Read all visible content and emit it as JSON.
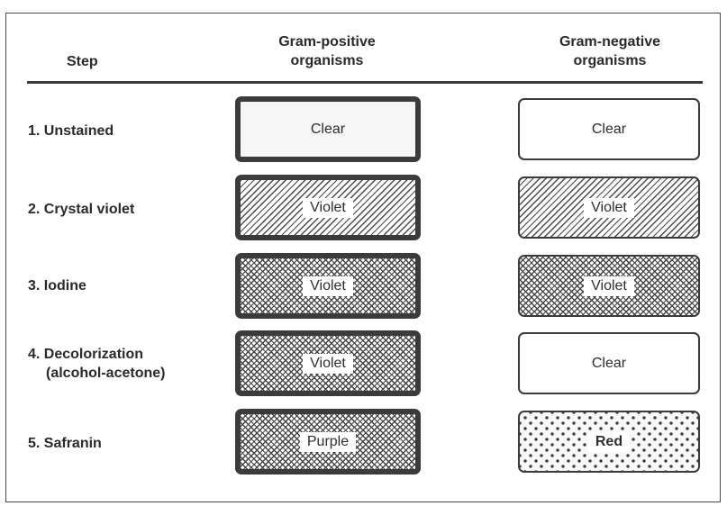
{
  "header": {
    "step": "Step",
    "gram_positive_line1": "Gram-positive",
    "gram_positive_line2": "organisms",
    "gram_negative_line1": "Gram-negative",
    "gram_negative_line2": "organisms"
  },
  "steps": [
    {
      "label": "1. Unstained",
      "positive": {
        "text": "Clear",
        "pattern": "clear"
      },
      "negative": {
        "text": "Clear",
        "pattern": "clear"
      }
    },
    {
      "label": "2. Crystal violet",
      "positive": {
        "text": "Violet",
        "pattern": "diagonal-hatch"
      },
      "negative": {
        "text": "Violet",
        "pattern": "diagonal-hatch"
      }
    },
    {
      "label": "3. Iodine",
      "positive": {
        "text": "Violet",
        "pattern": "cross-hatch"
      },
      "negative": {
        "text": "Violet",
        "pattern": "cross-hatch"
      }
    },
    {
      "label_line1": "4. Decolorization",
      "label_line2": "(alcohol-acetone)",
      "positive": {
        "text": "Violet",
        "pattern": "cross-hatch"
      },
      "negative": {
        "text": "Clear",
        "pattern": "clear"
      }
    },
    {
      "label": "5. Safranin",
      "positive": {
        "text": "Purple",
        "pattern": "cross-hatch"
      },
      "negative": {
        "text": "Red",
        "pattern": "dots"
      }
    }
  ]
}
